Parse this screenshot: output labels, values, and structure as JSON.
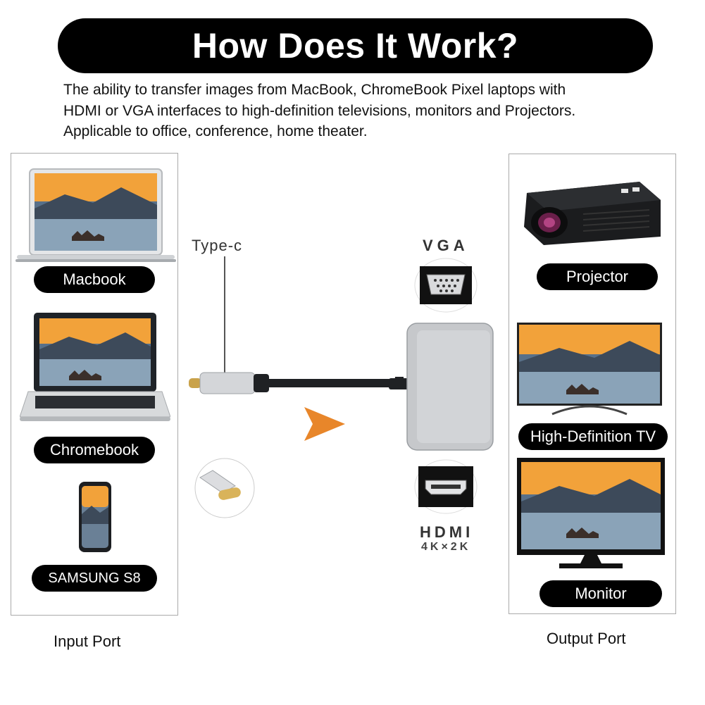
{
  "header": {
    "title": "How Does It Work?"
  },
  "description": [
    "The ability to transfer images from MacBook, ChromeBook Pixel laptops with",
    "HDMI or VGA interfaces to high-definition televisions, monitors and Projectors.",
    "Applicable to office, conference, home theater."
  ],
  "input_panel": {
    "devices": [
      {
        "label": "Macbook",
        "icon": "macbook-icon"
      },
      {
        "label": "Chromebook",
        "icon": "chromebook-icon"
      },
      {
        "label": "SAMSUNG S8",
        "icon": "smartphone-icon"
      }
    ],
    "caption": "Input Port"
  },
  "connector": {
    "type_c_label": "Type-c",
    "vga_label": "VGA",
    "hdmi_label": "HDMI",
    "hdmi_resolution": "4K×2K",
    "arrow_color": "#e8862a"
  },
  "output_panel": {
    "devices": [
      {
        "label": "Projector",
        "icon": "projector-icon"
      },
      {
        "label": "High-Definition TV",
        "icon": "tv-icon"
      },
      {
        "label": "Monitor",
        "icon": "monitor-icon"
      }
    ],
    "caption": "Output Port"
  }
}
